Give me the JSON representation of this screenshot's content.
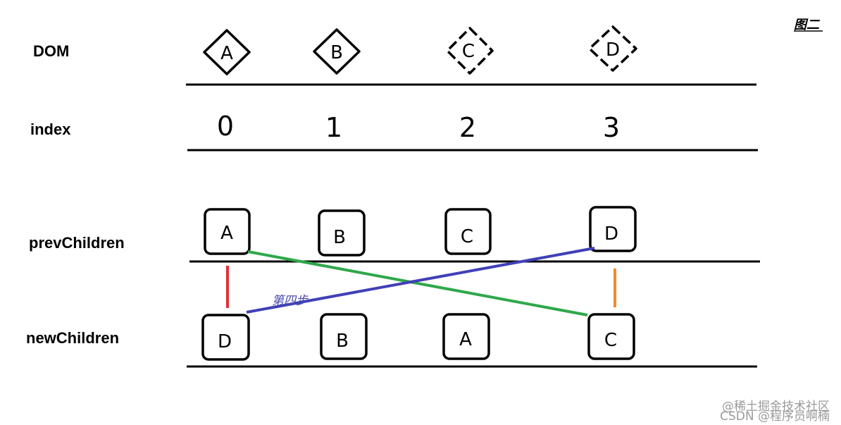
{
  "figure_label": "图二",
  "rows": {
    "dom": "DOM",
    "index": "index",
    "prev": "prevChildren",
    "new": "newChildren"
  },
  "dom_nodes": [
    "A",
    "B",
    "C",
    "D"
  ],
  "index_values": [
    "0",
    "1",
    "2",
    "3"
  ],
  "prev_children": [
    "A",
    "B",
    "C",
    "D"
  ],
  "new_children": [
    "D",
    "B",
    "A",
    "C"
  ],
  "step_label": "第四步",
  "colors": {
    "ink": "#000000",
    "red": "#e0303a",
    "orange": "#f08a30",
    "green": "#2ea84a",
    "blue": "#4040b8"
  },
  "watermark": {
    "line1": "@稀土掘金技术社区",
    "line2": "CSDN @程序员啊楠"
  }
}
